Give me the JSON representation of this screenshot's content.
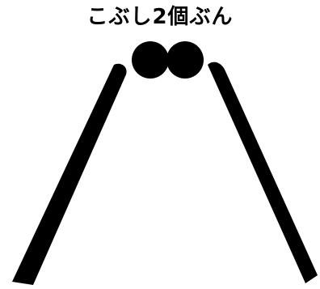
{
  "diagram": {
    "caption": "こぶし2個ぶん",
    "ink_color": "#000000",
    "background_color": "#ffffff",
    "elements": {
      "left_fist": "fist",
      "right_fist": "fist",
      "left_leg": "line",
      "right_leg": "line"
    }
  }
}
